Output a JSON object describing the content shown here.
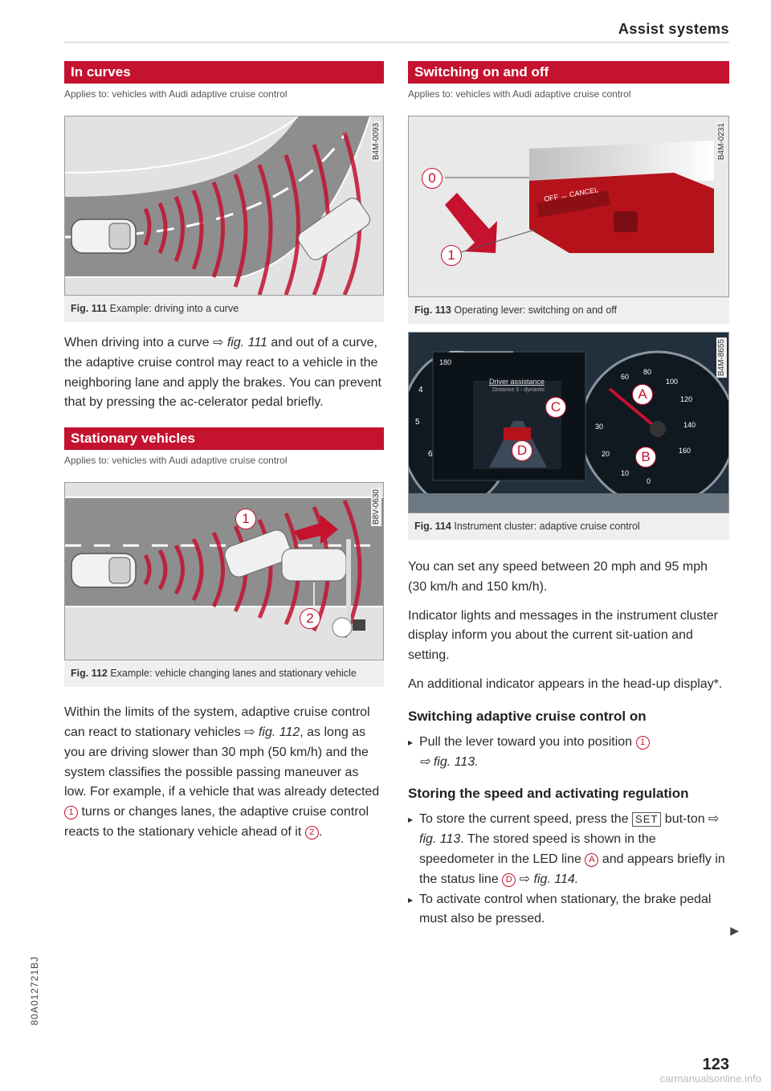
{
  "header": {
    "title": "Assist systems"
  },
  "left": {
    "sec1": {
      "title": "In curves",
      "applies": "Applies to: vehicles with Audi adaptive cruise control",
      "fig": {
        "code": "B4M-0093",
        "label": "Fig. 111",
        "caption": "Example: driving into a curve"
      },
      "para": [
        "When driving into a curve ⇨",
        "fig. 111",
        " and out of a curve, the adaptive cruise control may react to a vehicle in the neighboring lane and apply the brakes. You can prevent that by pressing the ac-celerator pedal briefly."
      ]
    },
    "sec2": {
      "title": "Stationary vehicles",
      "applies": "Applies to: vehicles with Audi adaptive cruise control",
      "fig": {
        "code": "B8V-0630",
        "label": "Fig. 112",
        "caption": "Example: vehicle changing lanes and stationary vehicle",
        "marker1": "1",
        "marker2": "2"
      },
      "para": {
        "p1": "Within the limits of the system, adaptive cruise control can react to stationary vehicles ⇨",
        "fig": "fig. 112",
        "p2": ", as long as you are driving slower than 30 mph (50 km/h) and the system classifies the possible passing maneuver as low. For example, if a vehicle that was already detected",
        "c1": "1",
        "p3": "turns or changes lanes, the adaptive cruise control reacts to the stationary vehicle ahead of it",
        "c2": "2",
        "p4": "."
      }
    }
  },
  "right": {
    "sec3": {
      "title": "Switching on and off",
      "applies": "Applies to: vehicles with Audi adaptive cruise control",
      "fig113": {
        "code": "B4M-0231",
        "label": "Fig. 113",
        "caption": "Operating lever: switching on and off",
        "pos0": "0",
        "pos1": "1",
        "lever_text": "OFF ↔ CANCEL"
      },
      "fig114": {
        "code": "B4M-8655",
        "label": "Fig. 114",
        "caption": "Instrument cluster: adaptive cruise control",
        "display_title": "Driver assistance",
        "display_sub": "Distance 3 - dynamic",
        "odo": "180",
        "markA": "A",
        "markB": "B",
        "markC": "C",
        "markD": "D",
        "speed_ticks": [
          "100",
          "120",
          "140",
          "160",
          "80",
          "60",
          "30",
          "20",
          "10",
          "0"
        ],
        "rpm_ticks": [
          "4",
          "5",
          "6"
        ]
      },
      "p1": "You can set any speed between 20 mph and 95 mph (30 km/h and 150 km/h).",
      "p2": "Indicator lights and messages in the instrument cluster display inform you about the current sit-uation and setting.",
      "p3": "An additional indicator appears in the head-up display*.",
      "h1": "Switching adaptive cruise control on",
      "b1": {
        "t1": "Pull the lever toward you into position",
        "c": "1",
        "fig": "⇨ fig. 113."
      },
      "h2": "Storing the speed and activating regulation",
      "b2": {
        "t1": "To store the current speed, press the",
        "key": "SET",
        "t2": "but-ton ⇨",
        "fig1": "fig. 113",
        "t3": ". The stored speed is shown in the speedometer in the LED line",
        "cA": "A",
        "t4": "and appears briefly in the status line",
        "cD": "D",
        "t5": "⇨",
        "fig2": "fig. 114."
      },
      "b3": "To activate control when stationary, the brake pedal must also be pressed."
    }
  },
  "footer": {
    "side_code": "80A012721BJ",
    "page": "123",
    "watermark": "carmanualsonline.info",
    "next": "▶"
  },
  "colors": {
    "accent": "#c4122f"
  }
}
